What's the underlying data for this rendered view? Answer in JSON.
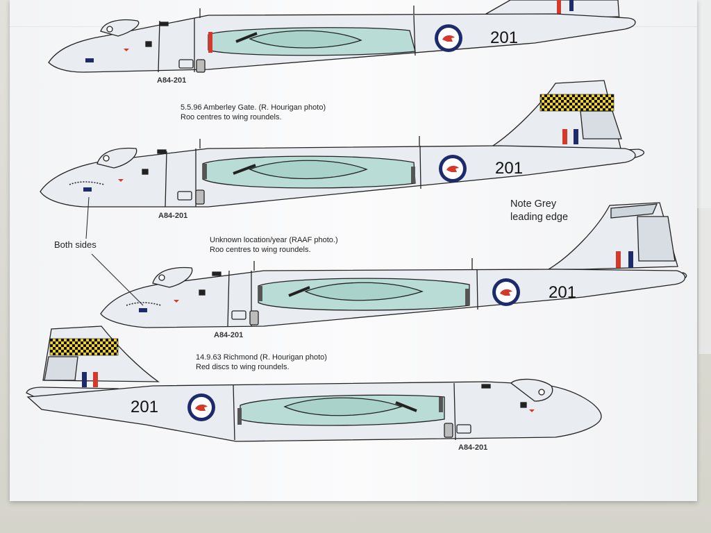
{
  "profiles": [
    {
      "id": "profile-1",
      "code": "201",
      "serial": "A84-201",
      "caption_lines": []
    },
    {
      "id": "profile-2",
      "code": "201",
      "serial": "A84-201",
      "caption_lines": [
        "5.5.96 Amberley Gate.  (R. Hourigan photo)",
        "Roo centres to wing roundels."
      ]
    },
    {
      "id": "profile-3",
      "code": "201",
      "serial": "A84-201",
      "caption_lines": [
        "Unknown location/year (RAAF photo.)",
        "Roo centres to wing roundels."
      ]
    },
    {
      "id": "profile-4",
      "code": "201",
      "serial": "A84-201",
      "caption_lines": [
        "14.9.63 Richmond (R. Hourigan photo)",
        "Red discs to wing roundels."
      ]
    }
  ],
  "callouts": {
    "both_sides": "Both sides",
    "grey_edge_line1": "Note Grey",
    "grey_edge_line2": "leading edge"
  },
  "colors": {
    "aircraft_fill": "#e9ecf0",
    "canopy_green": "#b9ddd6",
    "roundel_blue": "#1d2b6b",
    "roundel_red": "#d33a2c",
    "checker_yellow": "#f0d22a",
    "outline": "#222222"
  }
}
